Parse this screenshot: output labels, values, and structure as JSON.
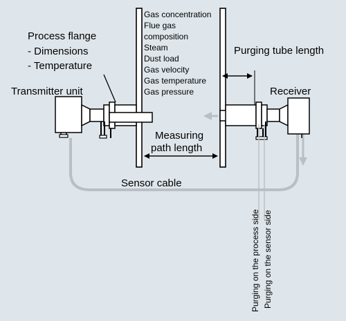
{
  "colors": {
    "background": "#dfe6eb",
    "line": "#000000",
    "fill": "#ffffff",
    "cable": "#b9bfc4",
    "gas_arrow": "#b9bfc4"
  },
  "gas_properties": [
    "Gas concentration",
    "Flue gas",
    "composition",
    "Steam",
    "Dust load",
    "Gas velocity",
    "Gas temperature",
    "Gas pressure"
  ],
  "process_flange": {
    "title": "Process flange",
    "items": [
      "- Dimensions",
      "- Temperature"
    ]
  },
  "transmitter_label": "Transmitter unit",
  "receiver_label": "Receiver",
  "purging_tube_label": "Purging tube length",
  "measuring_path": [
    "Measuring",
    "path length"
  ],
  "sensor_cable_label": "Sensor cable",
  "purging_process_side": "Purging on the process side",
  "purging_sensor_side": "Purging on the sensor side"
}
